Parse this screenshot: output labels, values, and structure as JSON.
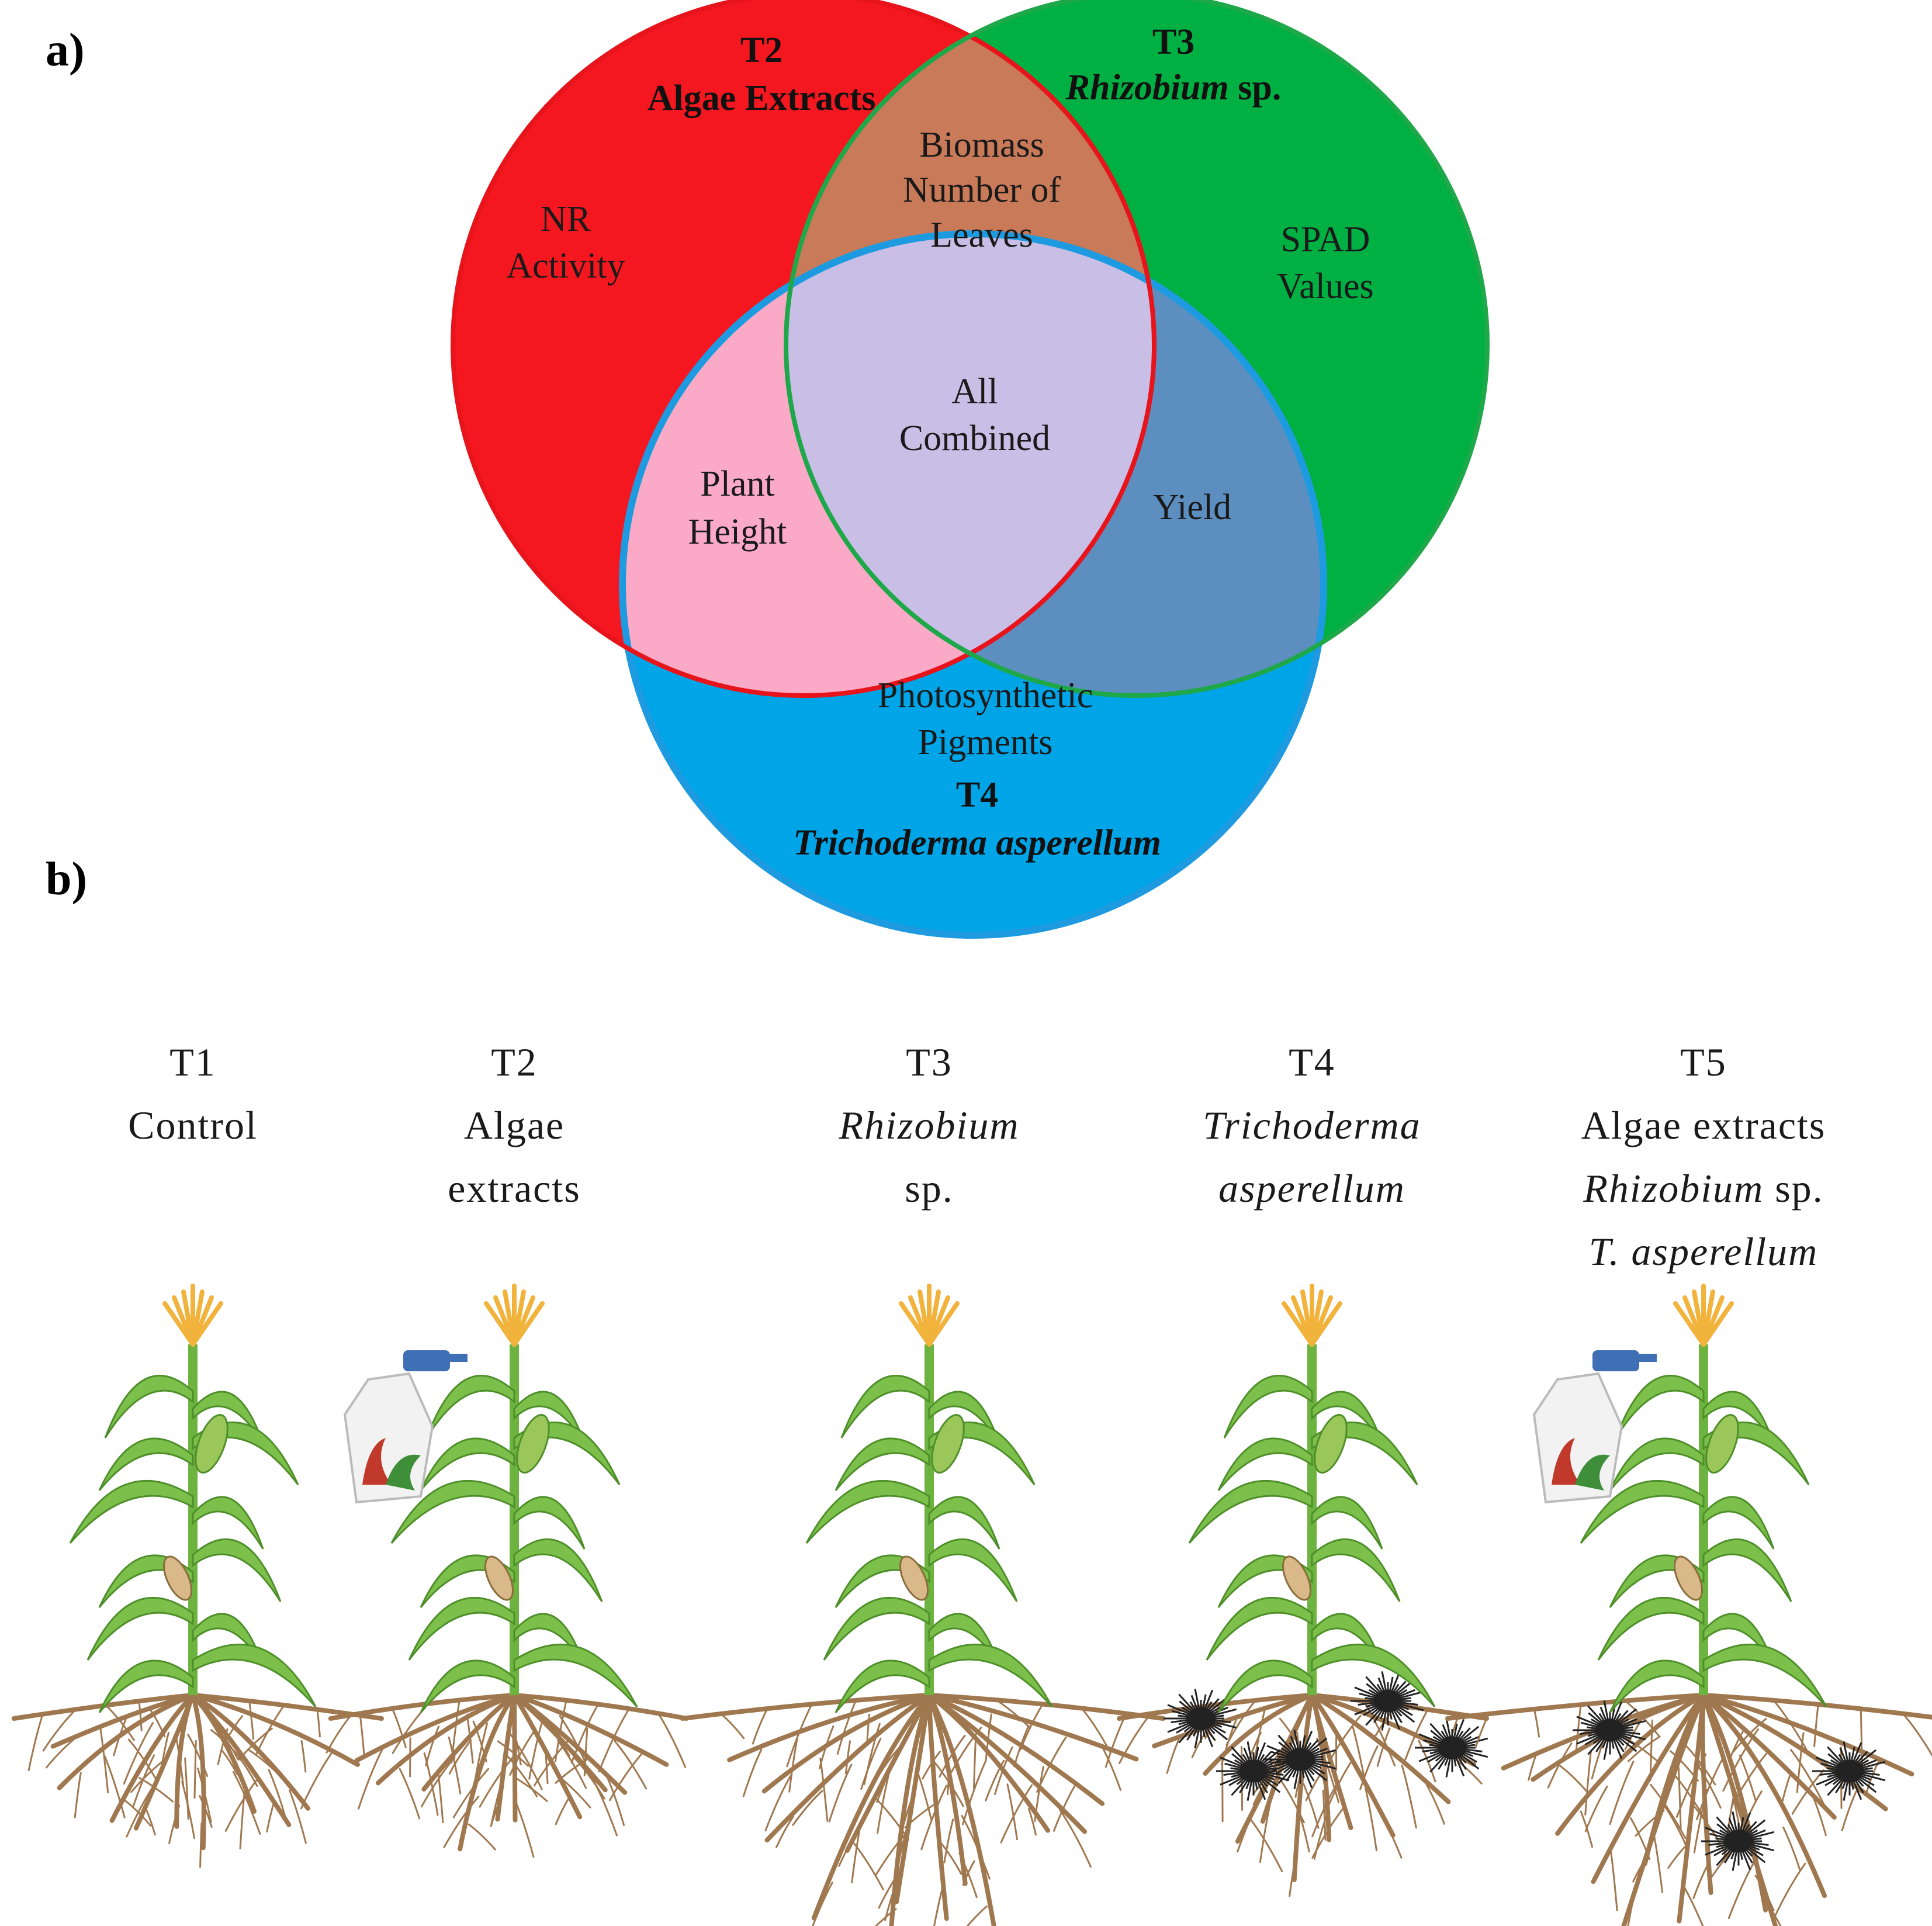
{
  "panels": {
    "a": "a)",
    "b": "b)"
  },
  "colors": {
    "red": "#F4171F",
    "green": "#00B042",
    "blue": "#00A5E8",
    "red_green": "#C97A58",
    "red_blue": "#FAAAC6",
    "green_blue": "#5C8FBF",
    "all": "#C9BEE6",
    "stem": "#6DB33F",
    "leaf": "#7CC04B",
    "tassel": "#F2B33D",
    "root": "#A07850",
    "fungus": "#222222"
  },
  "venn": {
    "sets": {
      "t2": {
        "code": "T2",
        "name": "Algae Extracts",
        "unique": [
          "NR",
          "Activity"
        ]
      },
      "t3": {
        "code": "T3",
        "name_italic": "Rhizobium",
        "name_suffix": " sp.",
        "unique": [
          "SPAD",
          "Values"
        ]
      },
      "t4": {
        "code": "T4",
        "name": "Trichoderma asperellum",
        "unique": [
          "Photosynthetic",
          "Pigments"
        ]
      }
    },
    "overlaps": {
      "t2_t3": [
        "Biomass",
        "Number of",
        "Leaves"
      ],
      "t2_t4": [
        "Plant",
        "Height"
      ],
      "t3_t4": "Yield",
      "all": [
        "All",
        "Combined"
      ]
    }
  },
  "treatments": [
    {
      "code": "T1",
      "lines": [
        {
          "text": "Control",
          "italic": false
        }
      ],
      "spray": false,
      "roots": "normal",
      "fungi": 0
    },
    {
      "code": "T2",
      "lines": [
        {
          "text": "Algae",
          "italic": false
        },
        {
          "text": "extracts",
          "italic": false
        }
      ],
      "spray": true,
      "roots": "normal",
      "fungi": 0
    },
    {
      "code": "T3",
      "lines": [
        {
          "text": "Rhizobium",
          "italic": true
        },
        {
          "text": "sp.",
          "italic": false
        }
      ],
      "spray": false,
      "roots": "large",
      "fungi": 0
    },
    {
      "code": "T4",
      "lines": [
        {
          "text": "Trichoderma",
          "italic": true
        },
        {
          "text": "asperellum",
          "italic": true
        }
      ],
      "spray": false,
      "roots": "normal",
      "fungi": 5
    },
    {
      "code": "T5",
      "lines": [
        {
          "text": "Algae extracts",
          "italic": false
        },
        {
          "text": "Rhizobium",
          "italic": true,
          "suffix": " sp."
        },
        {
          "text": "T. asperellum",
          "italic": true
        }
      ],
      "spray": true,
      "roots": "large",
      "fungi": 3
    }
  ]
}
